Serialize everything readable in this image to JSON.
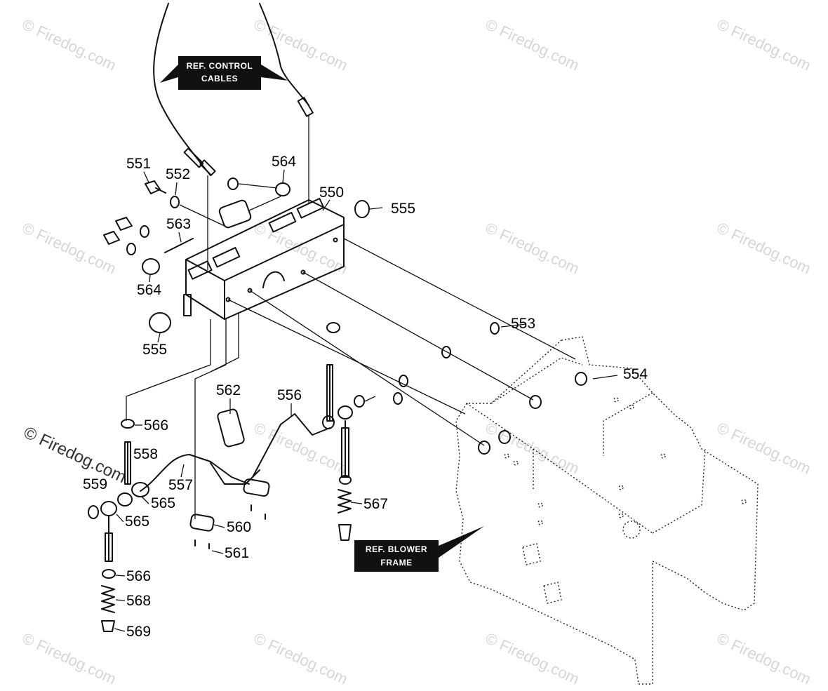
{
  "watermark": "© Firedog.com",
  "callouts": {
    "control_cables": [
      "REF. CONTROL",
      "CABLES"
    ],
    "blower_frame": [
      "REF. BLOWER",
      "FRAME"
    ]
  },
  "part_labels": {
    "p550": "550",
    "p551": "551",
    "p552": "552",
    "p553": "553",
    "p554": "554",
    "p555a": "555",
    "p555b": "555",
    "p556": "556",
    "p557": "557",
    "p558": "558",
    "p559": "559",
    "p560": "560",
    "p561": "561",
    "p562": "562",
    "p563": "563",
    "p564a": "564",
    "p564b": "564",
    "p565a": "565",
    "p565b": "565",
    "p566a": "566",
    "p566b": "566",
    "p567": "567",
    "p568": "568",
    "p569": "569"
  }
}
